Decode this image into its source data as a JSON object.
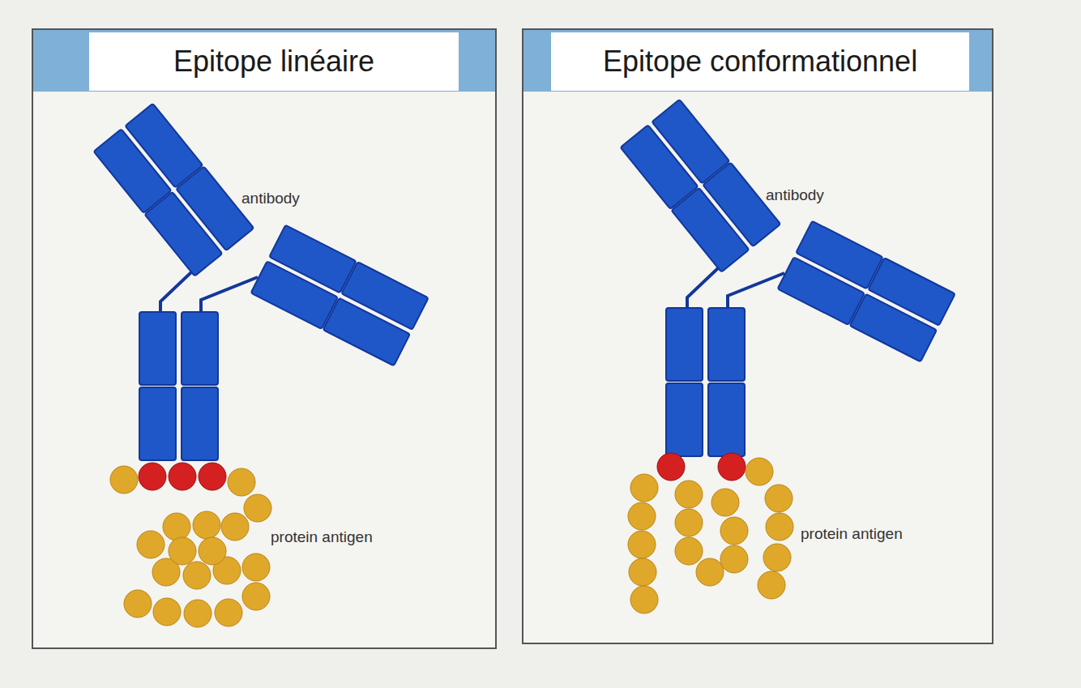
{
  "diagram": {
    "nodes": [
      {
        "text": [
          "Epitope linéaire"
        ]
      },
      {
        "text": [
          "Epitope conformationnel"
        ]
      }
    ],
    "labels": [
      "antibody",
      "protein antigen",
      "antibody",
      "protein antigen"
    ]
  }
}
